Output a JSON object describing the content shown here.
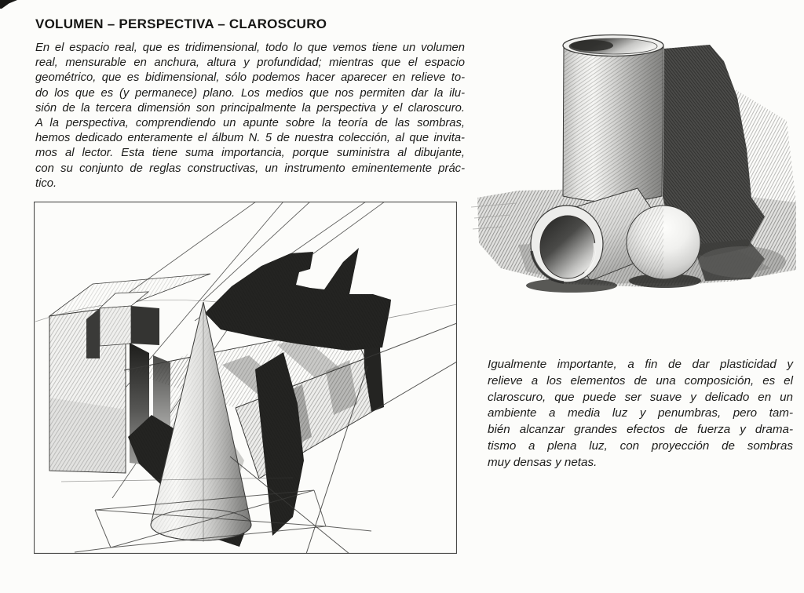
{
  "colors": {
    "paper": "#fcfcfa",
    "ink": "#1d1d1b",
    "pencil_dark": "#242422",
    "pencil_mid": "#8a8a88"
  },
  "header": {
    "title": "VOLUMEN – PERSPECTIVA – CLAROSCURO"
  },
  "intro": {
    "lines": [
      "En el espacio real, que es tridimensional, todo lo que vemos tiene un volumen",
      "real, mensurable en anchura, altura y profundidad; mientras que el espacio",
      "geométrico, que es bidimensional, sólo podemos hacer aparecer en relieve to-",
      "do los que es (y permanece) plano. Los medios que nos permiten dar la ilu-",
      "sión de la tercera dimensión son principalmente la perspectiva y el claroscuro.",
      "A la perspectiva, comprendiendo un apunte sobre la teoría de las sombras,",
      "hemos dedicado enteramente el álbum N. 5 de nuestra colección, al que invita-",
      "mos al lector. Esta tiene suma importancia, porque suministra al dibujante,",
      "con su conjunto de reglas constructivas, un instrumento eminentemente prác-",
      "tico."
    ]
  },
  "note": {
    "lines": [
      "Igualmente importante, a fin de dar plasticidad y",
      "relieve a los elementos de una composición, es el",
      "claroscuro, que puede ser suave y delicado en un",
      "ambiente a media luz y penumbras, pero tam-",
      "bién alcanzar grandes efectos de fuerza y drama-",
      "tismo a plena luz, con proyección de sombras",
      "muy densas y netas."
    ]
  }
}
